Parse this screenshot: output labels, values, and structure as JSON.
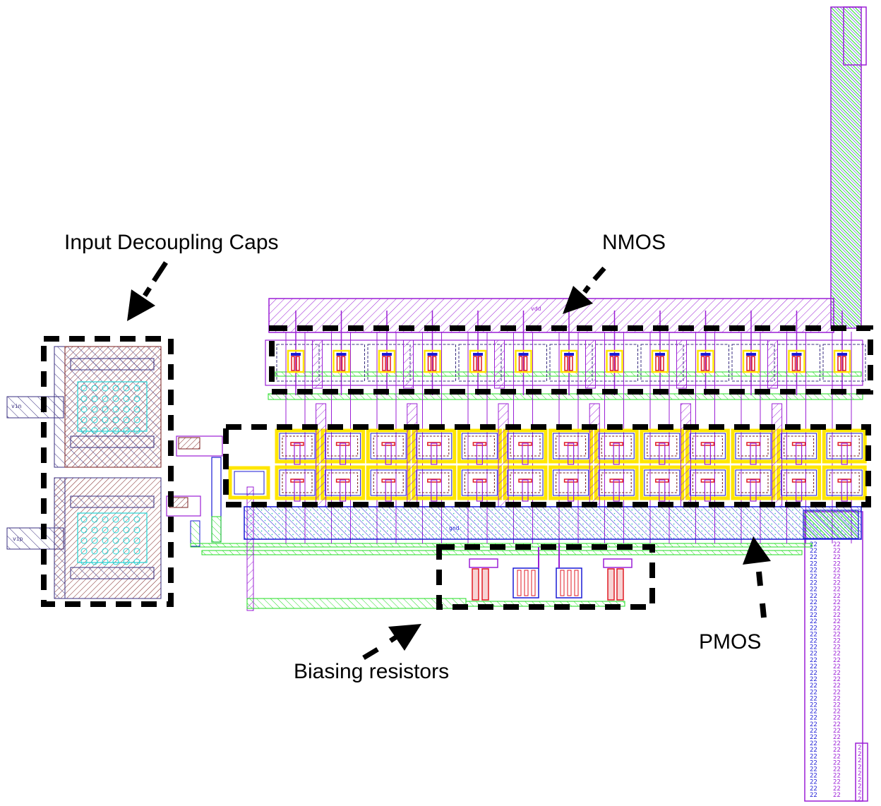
{
  "annotations": {
    "decap": "Input Decoupling Caps",
    "nmos": "NMOS",
    "pmos": "PMOS",
    "resistors": "Biasing resistors"
  },
  "pins": {
    "vin": "vin",
    "vip": "vip",
    "vdd": "vdd",
    "gnd": "gnd"
  },
  "array": {
    "nmos_fingers": 13,
    "pmos_columns": 13,
    "pmos_rows": 2,
    "column_label": "22",
    "column_label_rows": 40
  },
  "colors": {
    "metal1": "#1a1ad6",
    "metal2": "#9b1fd6",
    "poly": "#e01b24",
    "active": "#22dd22",
    "nwell": "#ffe600",
    "cap": "#7a1f1f",
    "via": "#22d6d6",
    "highlight": "#000000"
  }
}
